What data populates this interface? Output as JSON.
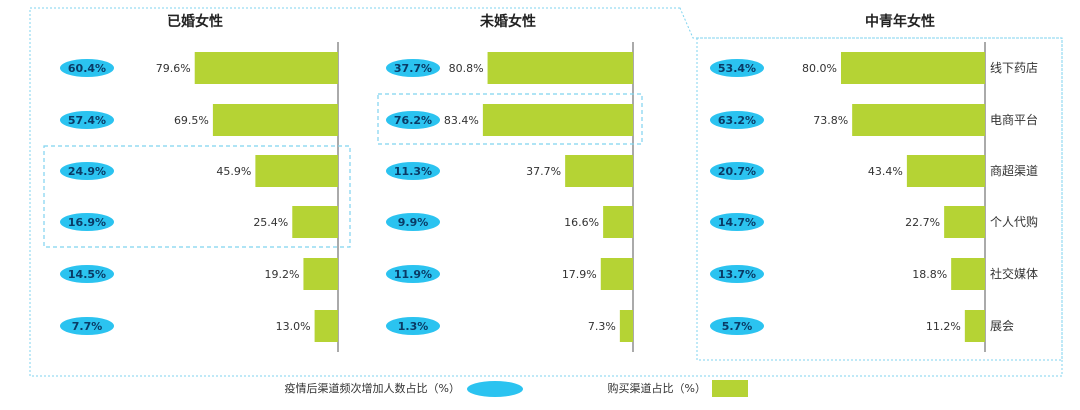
{
  "chart_data": {
    "type": "bar",
    "orientation": "horizontal",
    "categories": [
      "线下药店",
      "电商平台",
      "商超渠道",
      "个人代购",
      "社交媒体",
      "展会"
    ],
    "panels": [
      {
        "title": "中青年女性",
        "series": [
          {
            "name": "购买渠道占比（%）",
            "values": [
              80.0,
              73.8,
              43.4,
              22.7,
              18.8,
              11.2
            ]
          },
          {
            "name": "疫情后渠道频次增加人数占比（%）",
            "values": [
              53.4,
              63.2,
              20.7,
              14.7,
              13.7,
              5.7
            ]
          }
        ]
      },
      {
        "title": "未婚女性",
        "series": [
          {
            "name": "购买渠道占比（%）",
            "values": [
              80.8,
              83.4,
              37.7,
              16.6,
              17.9,
              7.3
            ]
          },
          {
            "name": "疫情后渠道频次增加人数占比（%）",
            "values": [
              37.7,
              76.2,
              11.3,
              9.9,
              11.9,
              1.3
            ]
          }
        ],
        "highlighted": [
          "电商平台"
        ]
      },
      {
        "title": "已婚女性",
        "series": [
          {
            "name": "购买渠道占比（%）",
            "values": [
              79.6,
              69.5,
              45.9,
              25.4,
              19.2,
              13.0
            ]
          },
          {
            "name": "疫情后渠道频次增加人数占比（%）",
            "values": [
              60.4,
              57.4,
              24.9,
              16.9,
              14.5,
              7.7
            ]
          }
        ],
        "highlighted": [
          "商超渠道",
          "个人代购"
        ]
      }
    ],
    "legend": [
      {
        "label": "购买渠道占比（%）",
        "color": "#b5d334",
        "shape": "rect"
      },
      {
        "label": "疫情后渠道频次增加人数占比（%）",
        "color": "#2bc3f0",
        "shape": "ellipse"
      }
    ],
    "colors": {
      "bar": "#b5d334",
      "pill": "#2bc3f0",
      "pill_text": "#0a3b66",
      "frame": "#7fd3ef"
    }
  }
}
